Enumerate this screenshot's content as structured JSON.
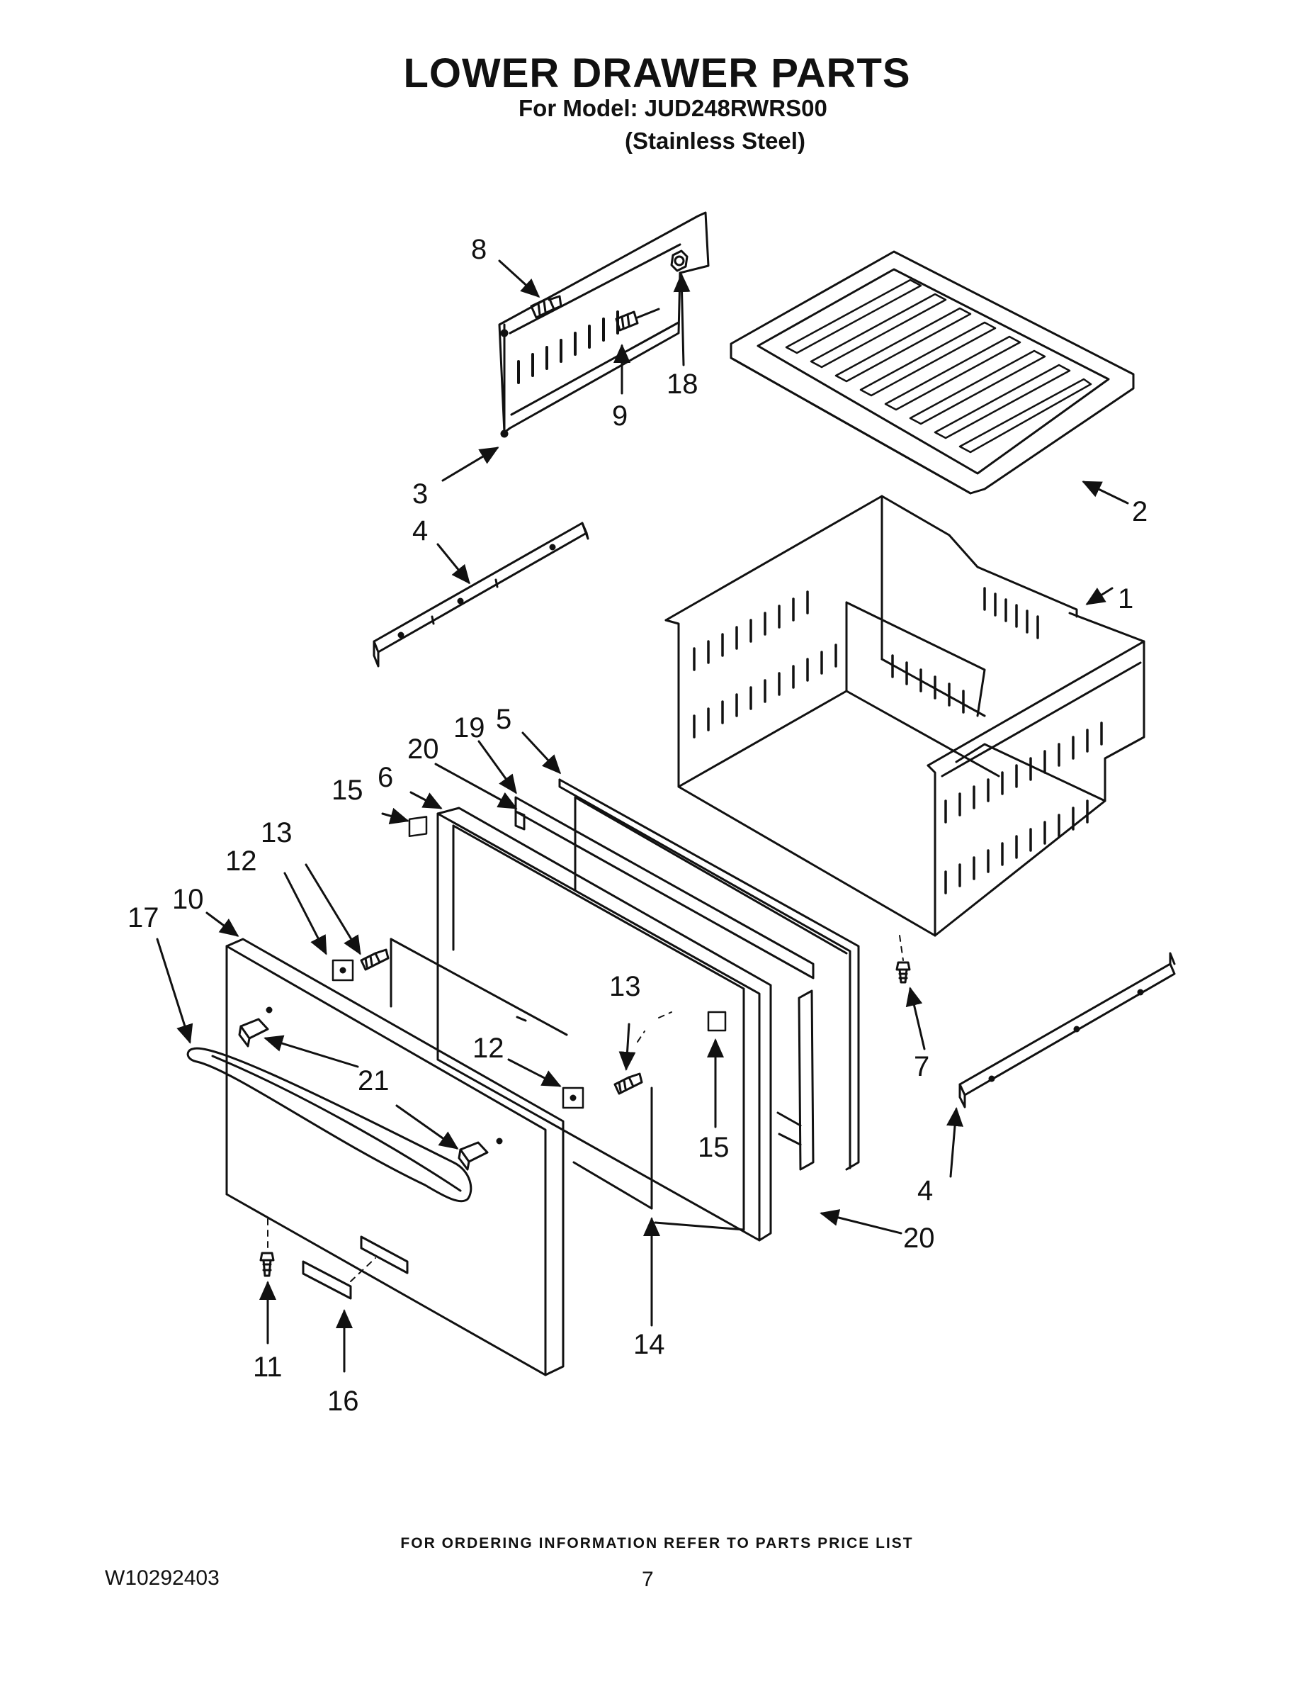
{
  "header": {
    "title": "LOWER DRAWER PARTS",
    "model_line": "For Model: JUD248RWRS00",
    "variant": "(Stainless Steel)"
  },
  "callouts": [
    {
      "id": "c1",
      "label": "1"
    },
    {
      "id": "c2",
      "label": "2"
    },
    {
      "id": "c3",
      "label": "3"
    },
    {
      "id": "c4a",
      "label": "4"
    },
    {
      "id": "c4b",
      "label": "4"
    },
    {
      "id": "c5",
      "label": "5"
    },
    {
      "id": "c6",
      "label": "6"
    },
    {
      "id": "c7",
      "label": "7"
    },
    {
      "id": "c8",
      "label": "8"
    },
    {
      "id": "c9",
      "label": "9"
    },
    {
      "id": "c10",
      "label": "10"
    },
    {
      "id": "c11",
      "label": "11"
    },
    {
      "id": "c12a",
      "label": "12"
    },
    {
      "id": "c12b",
      "label": "12"
    },
    {
      "id": "c13a",
      "label": "13"
    },
    {
      "id": "c13b",
      "label": "13"
    },
    {
      "id": "c14",
      "label": "14"
    },
    {
      "id": "c15a",
      "label": "15"
    },
    {
      "id": "c15b",
      "label": "15"
    },
    {
      "id": "c16",
      "label": "16"
    },
    {
      "id": "c17",
      "label": "17"
    },
    {
      "id": "c18",
      "label": "18"
    },
    {
      "id": "c19",
      "label": "19"
    },
    {
      "id": "c20a",
      "label": "20"
    },
    {
      "id": "c20b",
      "label": "20"
    },
    {
      "id": "c21a",
      "label": "21"
    }
  ],
  "footer": {
    "note": "FOR ORDERING INFORMATION REFER TO PARTS PRICE LIST",
    "doc_number": "W10292403",
    "page_number": "7"
  }
}
